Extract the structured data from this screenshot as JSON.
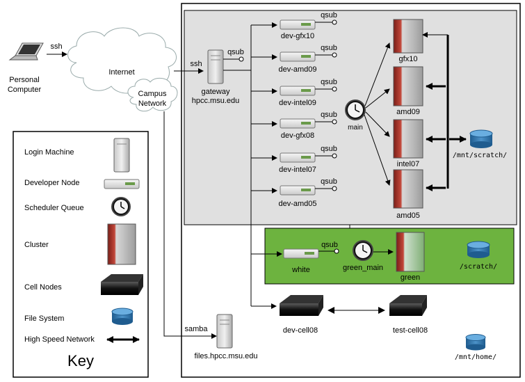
{
  "personal": {
    "label_line1": "Personal",
    "label_line2": "Computer",
    "ssh": "ssh"
  },
  "cloud": {
    "internet": "Internet",
    "campus_line1": "Campus",
    "campus_line2": "Network"
  },
  "gateway": {
    "ssh": "ssh",
    "qsub": "qsub",
    "name": "gateway",
    "host": "hpcc.msu.edu"
  },
  "qsub_label": "qsub",
  "dev_nodes": [
    "dev-gfx10",
    "dev-amd09",
    "dev-intel09",
    "dev-gfx08",
    "dev-intel07",
    "dev-amd05"
  ],
  "scheduler": {
    "main": "main",
    "green_main": "green_main"
  },
  "clusters": [
    "gfx10",
    "amd09",
    "intel07",
    "amd05"
  ],
  "filesystems": {
    "scratch_main": "/mnt/scratch/",
    "scratch_green": "/scratch/",
    "home": "/mnt/home/"
  },
  "green_zone": {
    "white": "white",
    "green": "green",
    "color": "#6db33f"
  },
  "cell": {
    "dev": "dev-cell08",
    "test": "test-cell08"
  },
  "files": {
    "samba": "samba",
    "host": "files.hpcc.msu.edu"
  },
  "key": {
    "title": "Key",
    "items": [
      "Login Machine",
      "Developer Node",
      "Scheduler Queue",
      "Cluster",
      "Cell Nodes",
      "File System",
      "High Speed Network"
    ]
  },
  "colors": {
    "panel_gray": "#e0e0e0",
    "green_panel": "#6db33f",
    "cluster_red": "#b0392f",
    "filesystem_blue": "#2c6fa5"
  }
}
